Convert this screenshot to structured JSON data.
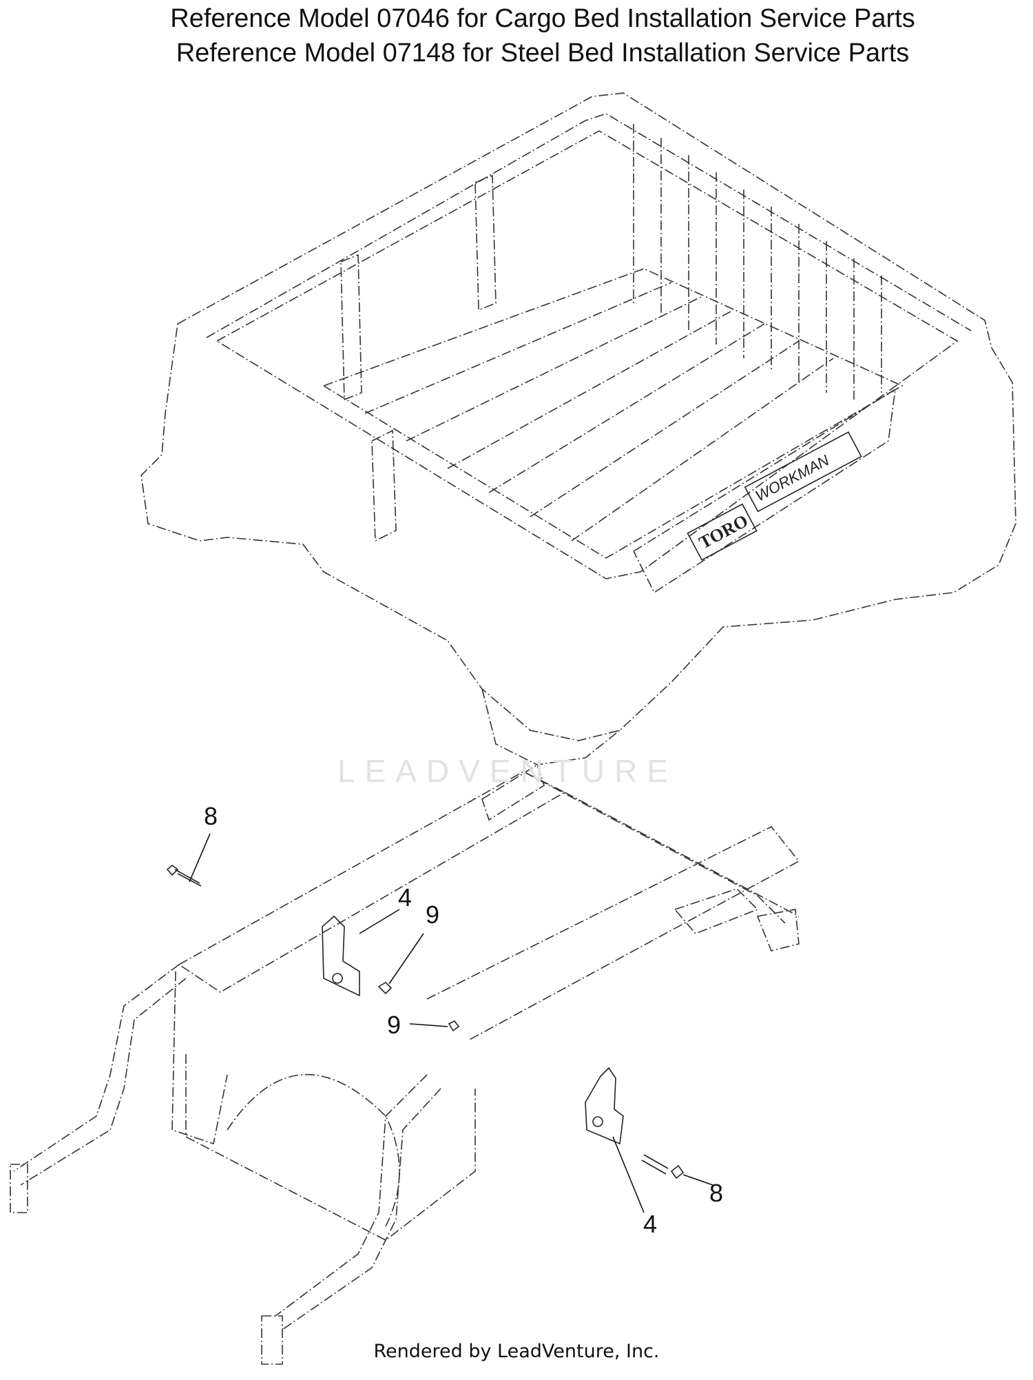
{
  "header": {
    "line1": "Reference Model 07046 for Cargo Bed Installation Service Parts",
    "line2": "Reference Model 07148 for Steel Bed Installation Service Parts"
  },
  "bed_logos": {
    "brand": "TORO",
    "model": "WORKMAN"
  },
  "callouts": [
    "8",
    "4",
    "9",
    "9",
    "4",
    "8"
  ],
  "watermark": "LEADVENTURE",
  "footer": "Rendered by LeadVenture, Inc."
}
